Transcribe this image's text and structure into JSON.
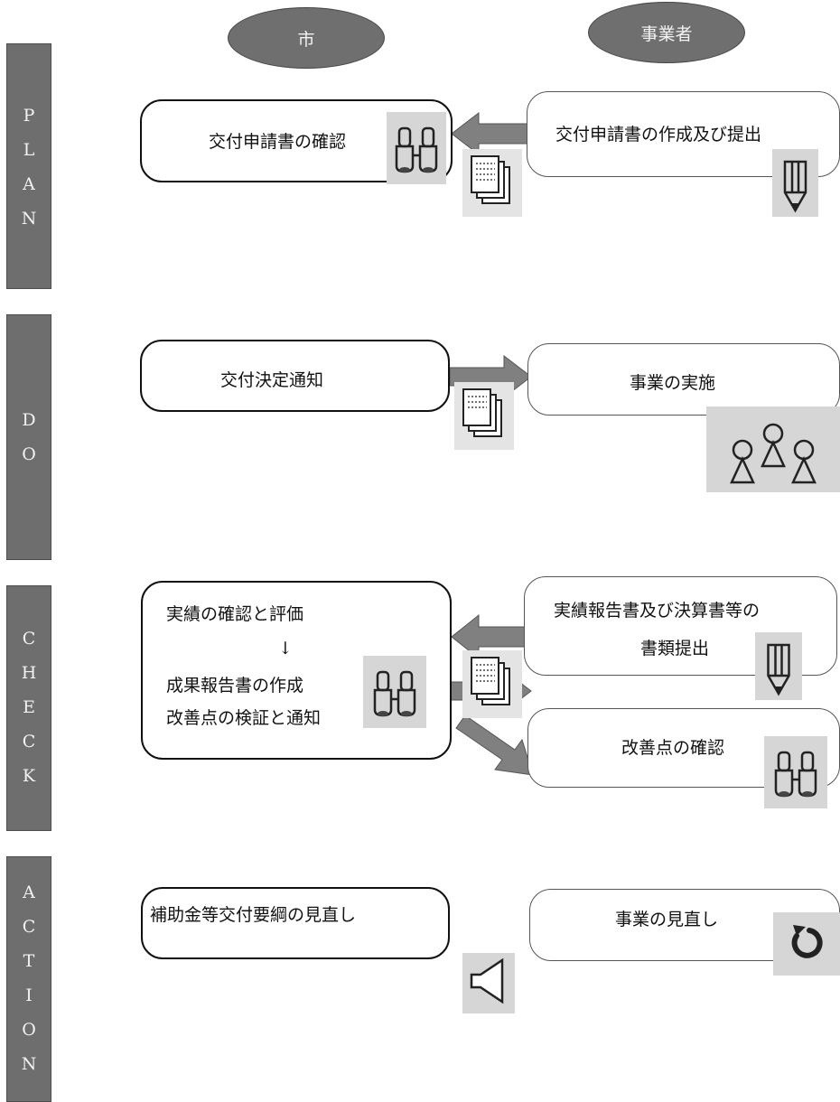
{
  "actors": {
    "city": "市",
    "business": "事業者"
  },
  "phases": {
    "plan": [
      "P",
      "L",
      "A",
      "N"
    ],
    "do": [
      "D",
      "O"
    ],
    "check": [
      "C",
      "H",
      "E",
      "C",
      "K"
    ],
    "action": [
      "A",
      "C",
      "T",
      "I",
      "O",
      "N"
    ]
  },
  "plan": {
    "city_box": "交付申請書の確認",
    "business_box": "交付申請書の作成及び提出"
  },
  "do": {
    "city_box": "交付決定通知",
    "business_box": "事業の実施"
  },
  "check": {
    "city_lines": [
      "実績の確認と評価",
      "↓",
      "成果報告書の作成",
      "改善点の検証と通知"
    ],
    "business_box_lines": [
      "実績報告書及び決算書等の",
      "書類提出"
    ],
    "business_box2": "改善点の確認"
  },
  "action": {
    "city_box": "補助金等交付要綱の見直し",
    "business_box": "事業の見直し"
  },
  "colors": {
    "phase_fill": "#6e6e6e",
    "arrow_fill": "#7f7f7f",
    "icon_bg": "#d6d6d6"
  }
}
